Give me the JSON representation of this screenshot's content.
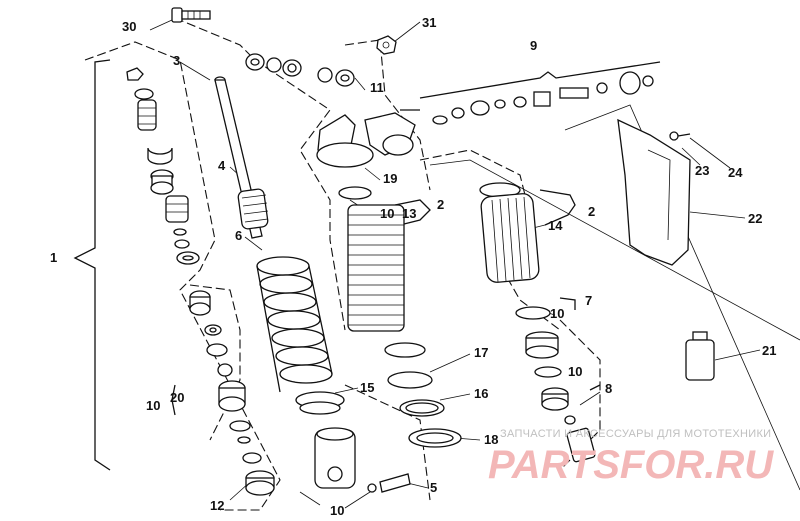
{
  "callouts": {
    "n1": "1",
    "n2a": "2",
    "n2b": "2",
    "n3": "3",
    "n4": "4",
    "n5": "5",
    "n6": "6",
    "n7": "7",
    "n8": "8",
    "n9": "9",
    "n10a": "10",
    "n10b": "10",
    "n10c": "10",
    "n10d": "10",
    "n10e": "10",
    "n11": "11",
    "n12": "12",
    "n13": "13",
    "n14": "14",
    "n15": "15",
    "n16": "16",
    "n17": "17",
    "n18": "18",
    "n19": "19",
    "n20": "20",
    "n21": "21",
    "n22": "22",
    "n23": "23",
    "n24": "24",
    "n30": "30",
    "n31": "31"
  },
  "watermark": {
    "tagline": "ЗАПЧАСТИ И АКСЕССУАРЫ ДЛЯ МОТОТЕХНИКИ",
    "brand": "PARTSFOR.RU",
    "color": "#e88080"
  }
}
